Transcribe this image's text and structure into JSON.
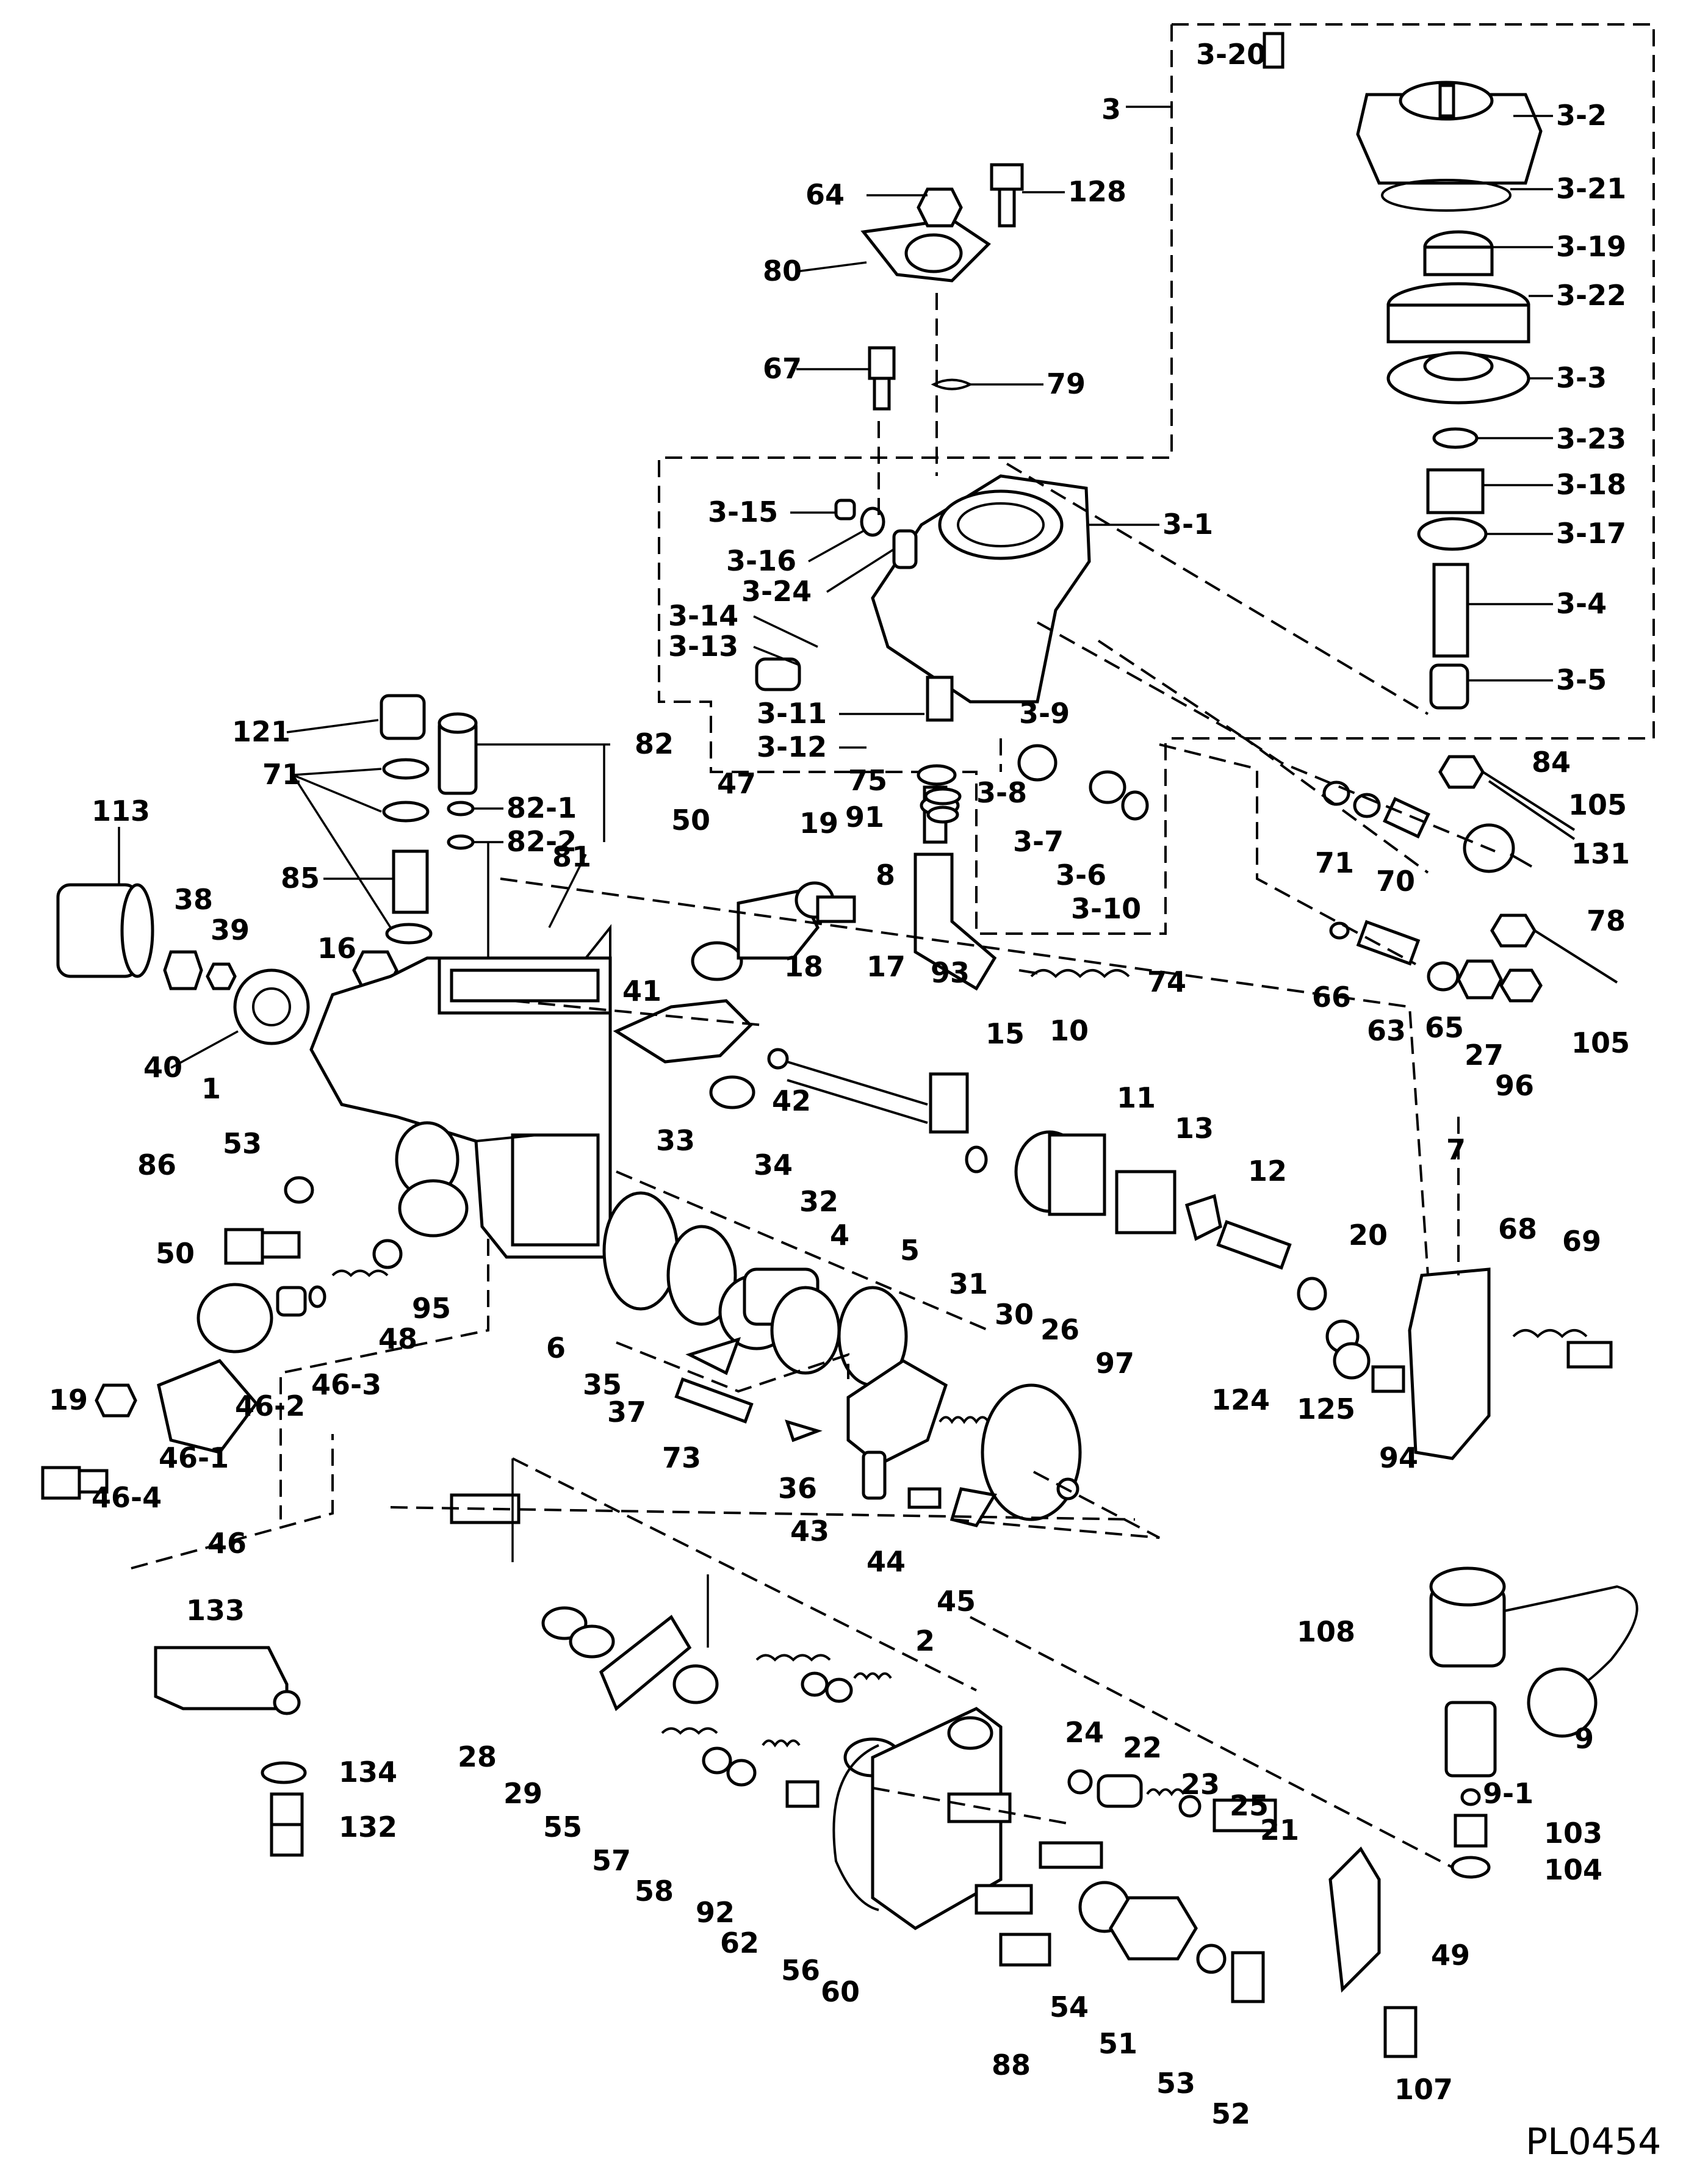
{
  "drawing_code": "PL0454",
  "callouts": {
    "c3": "3",
    "c3_20": "3-20",
    "c3_2": "3-2",
    "c3_21": "3-21",
    "c3_19": "3-19",
    "c3_22": "3-22",
    "c3_3": "3-3",
    "c3_23": "3-23",
    "c3_18": "3-18",
    "c3_17": "3-17",
    "c3_4": "3-4",
    "c3_5": "3-5",
    "c3_1": "3-1",
    "c3_15": "3-15",
    "c3_16": "3-16",
    "c3_24": "3-24",
    "c3_14": "3-14",
    "c3_13": "3-13",
    "c3_11": "3-11",
    "c3_12": "3-12",
    "c3_9": "3-9",
    "c3_8": "3-8",
    "c3_7": "3-7",
    "c3_6": "3-6",
    "c3_10": "3-10",
    "c64": "64",
    "c128": "128",
    "c80": "80",
    "c67": "67",
    "c79": "79",
    "c121": "121",
    "c82": "82",
    "c82_1": "82-1",
    "c82_2": "82-2",
    "c71a": "71",
    "c85": "85",
    "c113": "113",
    "c38": "38",
    "c39": "39",
    "c40": "40",
    "c16": "16",
    "c81": "81",
    "c50a": "50",
    "c47": "47",
    "c19a": "19",
    "c75": "75",
    "c91": "91",
    "c8": "8",
    "c84": "84",
    "c105a": "105",
    "c131": "131",
    "c71b": "71",
    "c70": "70",
    "c78": "78",
    "c105b": "105",
    "c66": "66",
    "c63": "63",
    "c65": "65",
    "c27": "27",
    "c96": "96",
    "c74": "74",
    "c41": "41",
    "c18": "18",
    "c17": "17",
    "c93": "93",
    "c15": "15",
    "c10": "10",
    "c11": "11",
    "c13": "13",
    "c12": "12",
    "c42": "42",
    "c1": "1",
    "c86": "86",
    "c53a": "53",
    "c33": "33",
    "c34": "34",
    "c32": "32",
    "c4": "4",
    "c5": "5",
    "c31": "31",
    "c30": "30",
    "c26": "26",
    "c97": "97",
    "c7": "7",
    "c68": "68",
    "c69": "69",
    "c20": "20",
    "c124": "124",
    "c125": "125",
    "c94": "94",
    "c50b": "50",
    "c48": "48",
    "c95": "95",
    "c6": "6",
    "c35": "35",
    "c37": "37",
    "c73": "73",
    "c36": "36",
    "c46_3": "46-3",
    "c46_2": "46-2",
    "c46_1": "46-1",
    "c19b": "19",
    "c46_4": "46-4",
    "c46": "46",
    "c43": "43",
    "c44": "44",
    "c45": "45",
    "c133": "133",
    "c134": "134",
    "c132": "132",
    "c28": "28",
    "c29": "29",
    "c55": "55",
    "c57": "57",
    "c58": "58",
    "c92": "92",
    "c62": "62",
    "c56": "56",
    "c60": "60",
    "c2": "2",
    "c24": "24",
    "c22": "22",
    "c23": "23",
    "c25": "25",
    "c21": "21",
    "c108": "108",
    "c9": "9",
    "c9_1": "9-1",
    "c103": "103",
    "c104": "104",
    "c49": "49",
    "c88": "88",
    "c54": "54",
    "c51": "51",
    "c53b": "53",
    "c52": "52",
    "c107": "107"
  }
}
